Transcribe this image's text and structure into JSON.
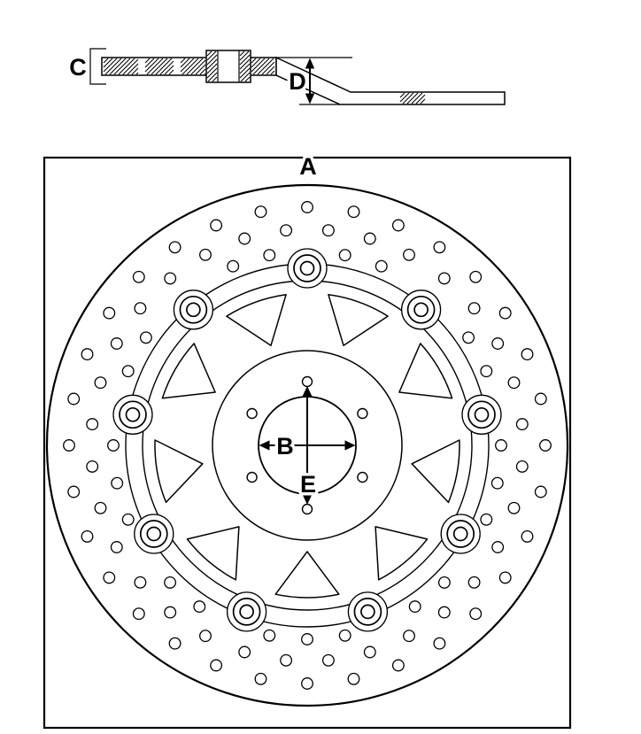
{
  "diagram": {
    "labels": {
      "outer_diameter": "A",
      "center_bore": "B",
      "disc_thickness": "C",
      "offset_height": "D",
      "bolt_circle": "E"
    },
    "colors": {
      "line": "#000000",
      "background": "#ffffff"
    }
  }
}
